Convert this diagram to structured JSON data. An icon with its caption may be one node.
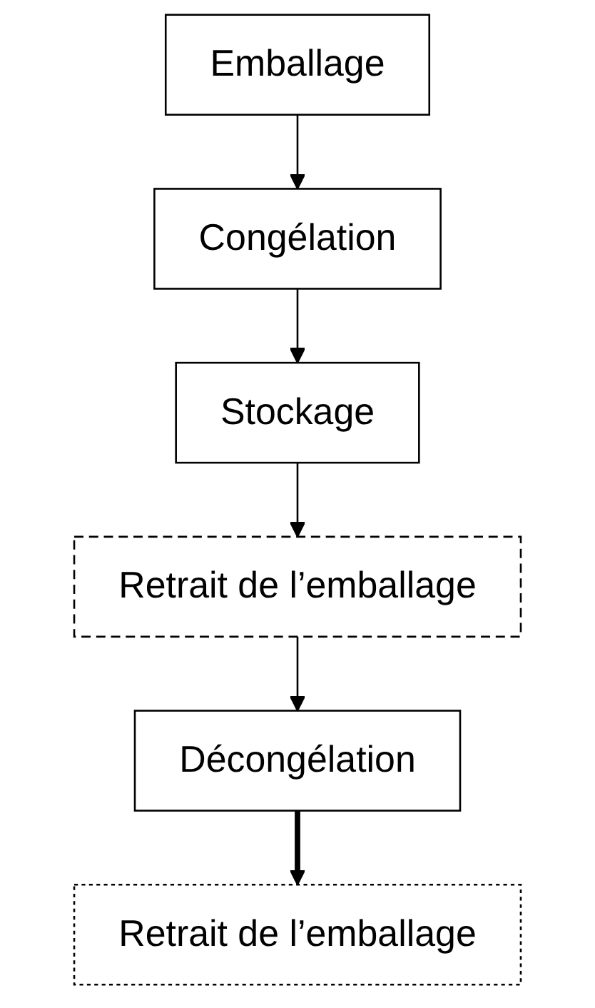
{
  "diagram": {
    "nodes": [
      {
        "text": [
          "Emballage"
        ]
      },
      {
        "text": [
          "Congélation"
        ]
      },
      {
        "text": [
          "Stockage"
        ]
      },
      {
        "text": [
          "Retrait de l’emballage"
        ]
      },
      {
        "text": [
          "Décongélation"
        ]
      },
      {
        "text": [
          "Retrait de l’emballage"
        ]
      }
    ],
    "edges": [
      {
        "from": 0,
        "to": 1,
        "arrow": "to"
      },
      {
        "from": 1,
        "to": 2,
        "arrow": "to"
      },
      {
        "from": 2,
        "to": 3,
        "arrow": "to"
      },
      {
        "from": 3,
        "to": 4,
        "arrow": "to"
      },
      {
        "from": 4,
        "to": 5,
        "arrow": "to",
        "style": "thick"
      }
    ]
  }
}
